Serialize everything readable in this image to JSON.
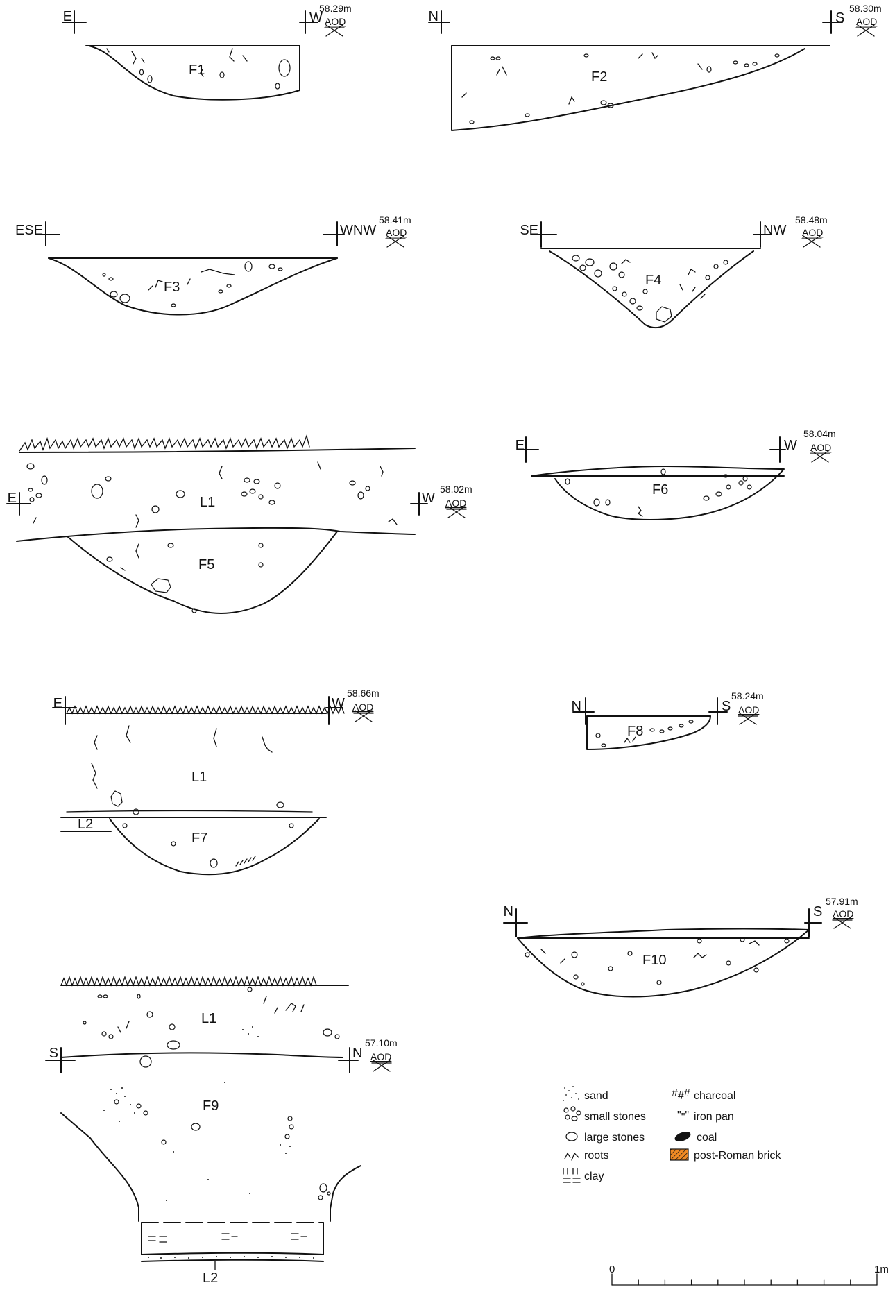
{
  "sections": [
    {
      "id": "F1",
      "ends": [
        "E",
        "W"
      ],
      "elevation": "58.29m",
      "datum": "AOD"
    },
    {
      "id": "F2",
      "ends": [
        "N",
        "S"
      ],
      "elevation": "58.30m",
      "datum": "AOD"
    },
    {
      "id": "F3",
      "ends": [
        "ESE",
        "WNW"
      ],
      "elevation": "58.41m",
      "datum": "AOD"
    },
    {
      "id": "F4",
      "ends": [
        "SE",
        "NW"
      ],
      "elevation": "58.48m",
      "datum": "AOD"
    },
    {
      "id": "F5",
      "ends": [
        "E",
        "W"
      ],
      "elevation": "58.02m",
      "datum": "AOD",
      "layers": [
        "L1",
        "F5"
      ]
    },
    {
      "id": "F6",
      "ends": [
        "E",
        "W"
      ],
      "elevation": "58.04m",
      "datum": "AOD"
    },
    {
      "id": "F7",
      "ends": [
        "E",
        "W"
      ],
      "elevation": "58.66m",
      "datum": "AOD",
      "layers": [
        "L1",
        "L2",
        "F7"
      ]
    },
    {
      "id": "F8",
      "ends": [
        "N",
        "S"
      ],
      "elevation": "58.24m",
      "datum": "AOD"
    },
    {
      "id": "F9",
      "ends": [
        "S",
        "N"
      ],
      "elevation": "57.10m",
      "datum": "AOD",
      "layers": [
        "L1",
        "F9",
        "L2"
      ]
    },
    {
      "id": "F10",
      "ends": [
        "N",
        "S"
      ],
      "elevation": "57.91m",
      "datum": "AOD"
    }
  ],
  "legend": {
    "left": [
      {
        "icon": "sand-icon",
        "label": "sand"
      },
      {
        "icon": "small-stones-icon",
        "label": "small stones"
      },
      {
        "icon": "large-stones-icon",
        "label": "large stones"
      },
      {
        "icon": "roots-icon",
        "label": "roots"
      },
      {
        "icon": "clay-icon",
        "label": "clay"
      }
    ],
    "right": [
      {
        "icon": "charcoal-icon",
        "label": "charcoal"
      },
      {
        "icon": "iron-pan-icon",
        "label": "iron pan"
      },
      {
        "icon": "coal-icon",
        "label": "coal",
        "color": "#111111"
      },
      {
        "icon": "post-roman-brick-icon",
        "label": "post-Roman brick",
        "color": "#f08a24"
      }
    ]
  },
  "scale_bar": {
    "start_label": "0",
    "end_label": "1m",
    "subdivisions": 10
  }
}
